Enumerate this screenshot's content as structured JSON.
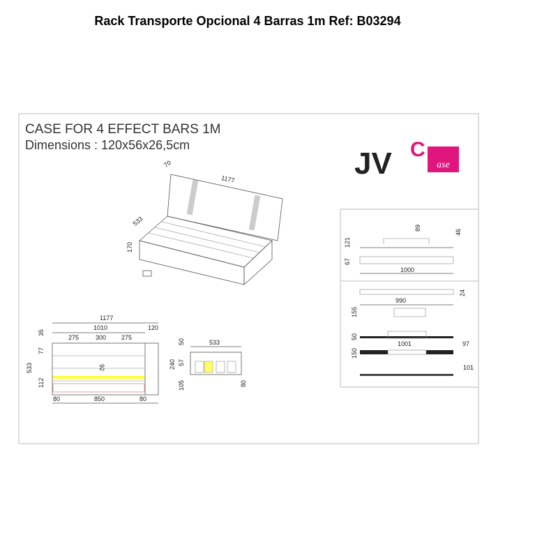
{
  "page_title": "Rack Transporte Opcional 4 Barras 1m Ref: B03294",
  "sheet": {
    "heading": "CASE FOR 4 EFFECT BARS 1M",
    "dimensions": "Dimensions : 120x56x26,5cm",
    "logo": {
      "text_main": "JV",
      "text_box": "ase",
      "text_c": "C",
      "brand_color": "#e0157e"
    }
  },
  "iso_view": {
    "width": "70",
    "length": "1177",
    "depth": "533",
    "height": "170"
  },
  "top_view": {
    "total": "1177",
    "inner": "1010",
    "end": "120",
    "s1": "275",
    "s2": "300",
    "s3": "275",
    "top": "35",
    "row": "77",
    "mid": "92",
    "overall": "533",
    "bottom": "112",
    "left": "80",
    "center": "850",
    "right": "80"
  },
  "side_view": {
    "width": "533",
    "top": "50",
    "height": "240",
    "inner": "57",
    "base": "105",
    "foot": "80"
  },
  "bar_view_1": {
    "h1": "121",
    "h2": "89",
    "h3": "46",
    "h4": "67",
    "len": "1000"
  },
  "bar_view_2": {
    "h1": "24",
    "len1": "990",
    "h2": "155",
    "h3": "50",
    "len2": "1001",
    "w1": "97",
    "h4": "150",
    "w2": "101"
  }
}
